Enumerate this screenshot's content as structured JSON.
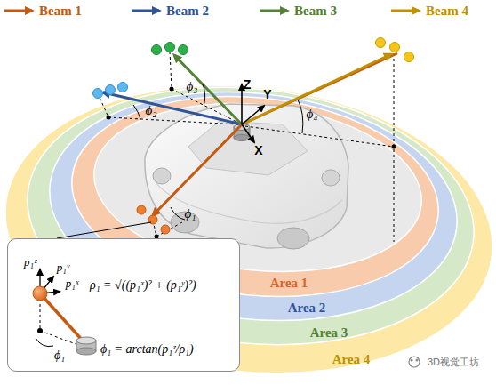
{
  "diagram": {
    "nodes": [
      {
        "text": [
          "Area 1"
        ]
      },
      {
        "text": [
          "Area 2"
        ]
      },
      {
        "text": [
          "Area 3"
        ]
      },
      {
        "text": [
          "Area 4"
        ]
      },
      {
        "text": [
          "p₁ᶻ",
          "p₁ʸ",
          "p₁ˣ",
          "ρ₁ = √((p₁ˣ)² + (p₁ʸ)²)",
          "ϕ₁",
          "ϕ₁ = arctan(p₁ᶻ/ρ₁)"
        ]
      }
    ],
    "labels": [
      "Z",
      "Y",
      "X",
      "ϕ₃",
      "ϕ₂",
      "ϕ₄",
      "ϕ₁",
      "3D视觉工坊"
    ],
    "legend": [
      {
        "text": "Beam 1"
      },
      {
        "text": "Beam 2"
      },
      {
        "text": "Beam 3"
      },
      {
        "text": "Beam 4"
      }
    ]
  }
}
